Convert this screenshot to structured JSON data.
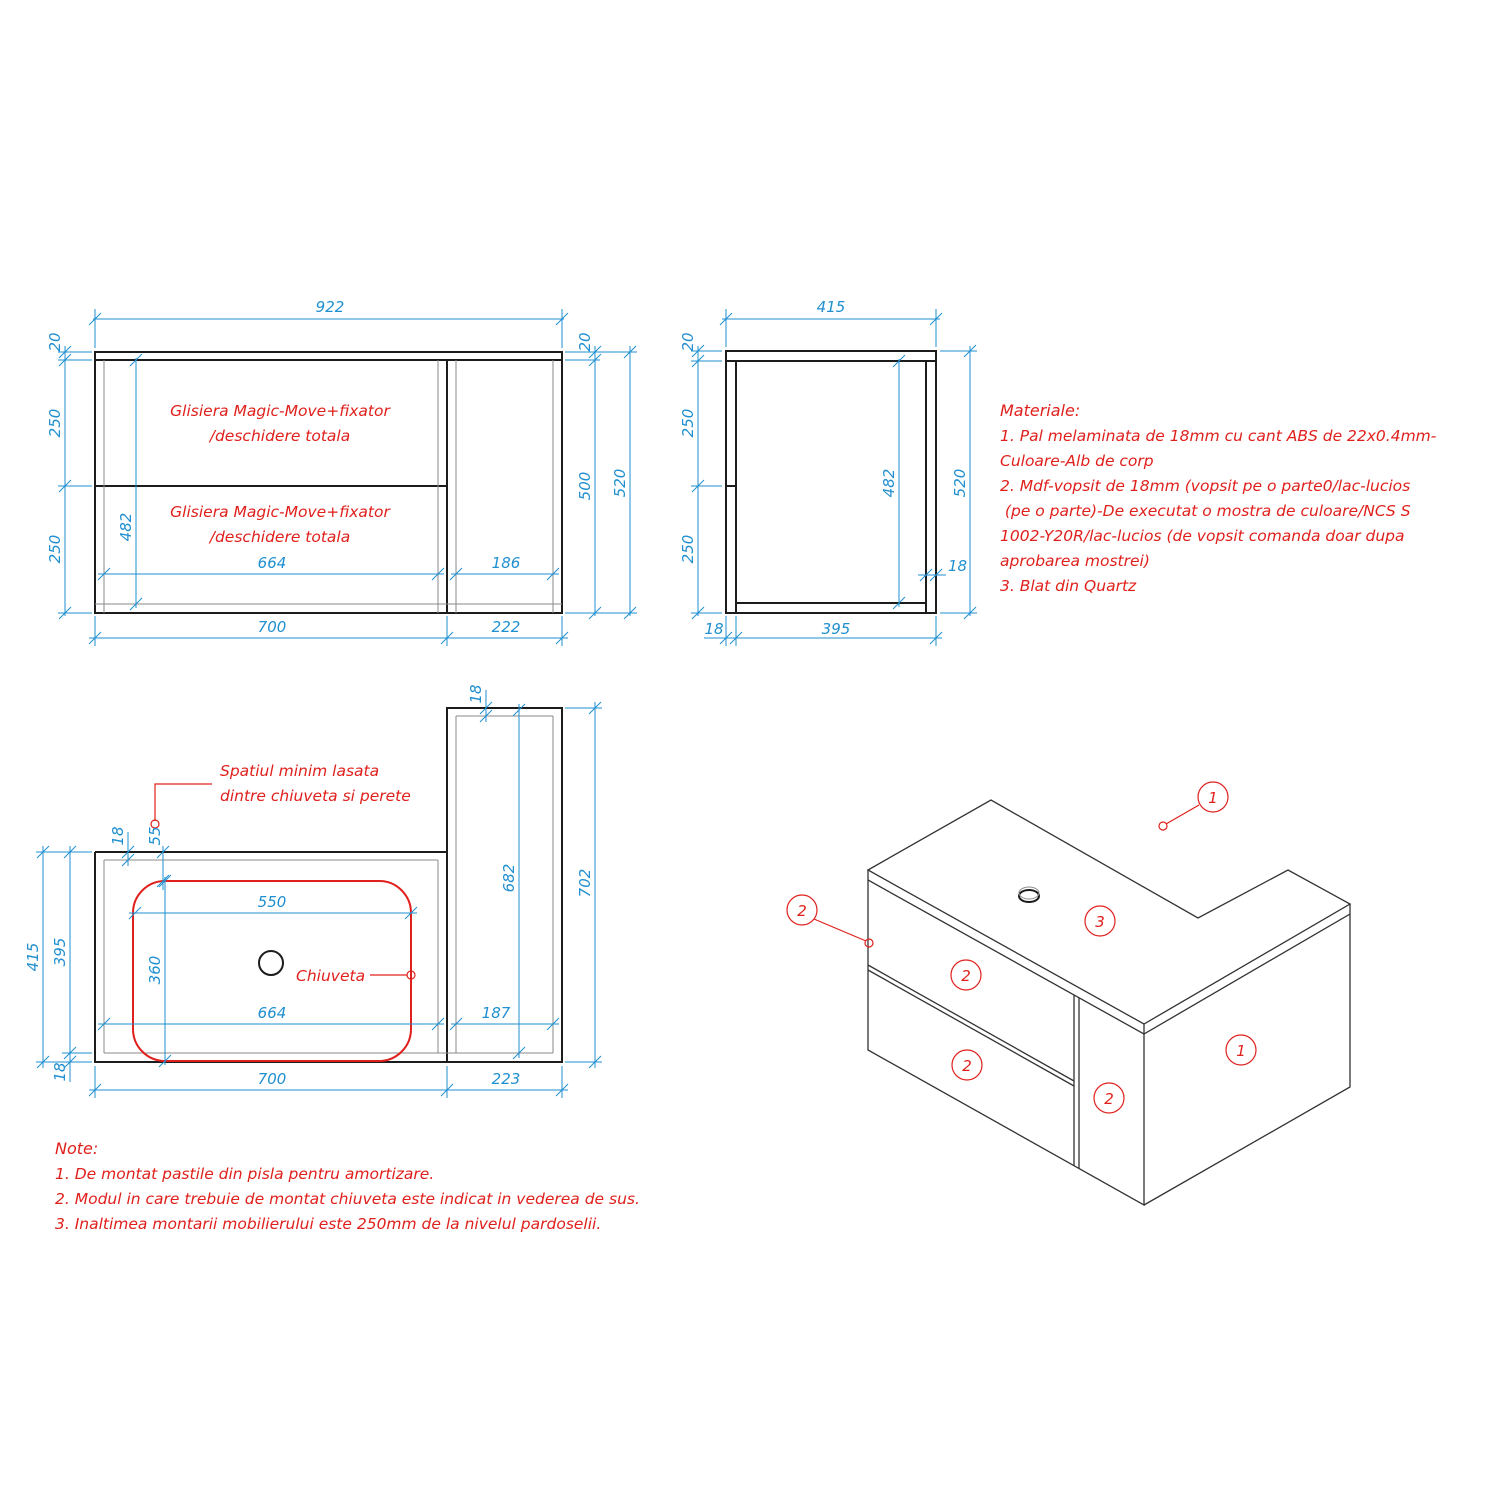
{
  "colors": {
    "dimension": "#1f8fd0",
    "annotation": "#e0201c",
    "outline": "#1c1c1c"
  },
  "front_view": {
    "overall_width": "922",
    "top_thickness_left": "20",
    "top_thickness_right": "20",
    "drawer_upper_height": "250",
    "drawer_lower_height": "250",
    "inner_height": "482",
    "body_height": "500",
    "total_height": "520",
    "drawer_inner_width": "664",
    "shelf_inner_width": "186",
    "drawer_width": "700",
    "shelf_width": "222",
    "drawer_upper_label_1": "Glisiera Magic-Move+fixator",
    "drawer_upper_label_2": "/deschidere totala",
    "drawer_lower_label_1": "Glisiera Magic-Move+fixator",
    "drawer_lower_label_2": "/deschidere totala"
  },
  "side_view": {
    "depth": "415",
    "top_thickness": "20",
    "upper_height": "250",
    "lower_height": "250",
    "inner_height": "482",
    "total_height": "520",
    "panel_thickness": "18",
    "left_thickness": "18",
    "inner_depth": "395"
  },
  "materials": {
    "title": "Materiale:",
    "lines": [
      "1. Pal melaminata de 18mm cu cant ABS de 22x0.4mm-",
      "Culoare-Alb de corp",
      "2. Mdf-vopsit de 18mm (vopsit pe o parte0/lac-lucios",
      " (pe o parte)-De executat o mostra de culoare/NCS S",
      "1002-Y20R/lac-lucios (de vopsit comanda doar dupa",
      "aprobarea mostrei)",
      "3. Blat din Quartz"
    ]
  },
  "top_view": {
    "right_panel_thickness": "18",
    "gap_label_1": "Spatiul minim lasata",
    "gap_label_2": "dintre chiuveta si perete",
    "wall_thickness": "18",
    "gap_value": "55",
    "sink_width": "550",
    "sink_depth": "360",
    "sink_label": "Chiuveta",
    "drawer_inner_width": "664",
    "shelf_inner_width": "187",
    "depth_outer": "415",
    "depth_inner": "395",
    "back_thickness": "18",
    "shelf_inner_depth": "682",
    "shelf_total_depth": "702",
    "drawer_width": "700",
    "shelf_width": "223"
  },
  "isometric": {
    "callouts": [
      "1",
      "2",
      "3",
      "2",
      "2",
      "2",
      "1"
    ]
  },
  "notes": {
    "title": "Note:",
    "lines": [
      "1. De montat pastile din pisla pentru amortizare.",
      "2. Modul in care trebuie de montat chiuveta este indicat in vederea de sus.",
      "3. Inaltimea montarii mobilierului este 250mm de la nivelul pardoselii."
    ]
  }
}
